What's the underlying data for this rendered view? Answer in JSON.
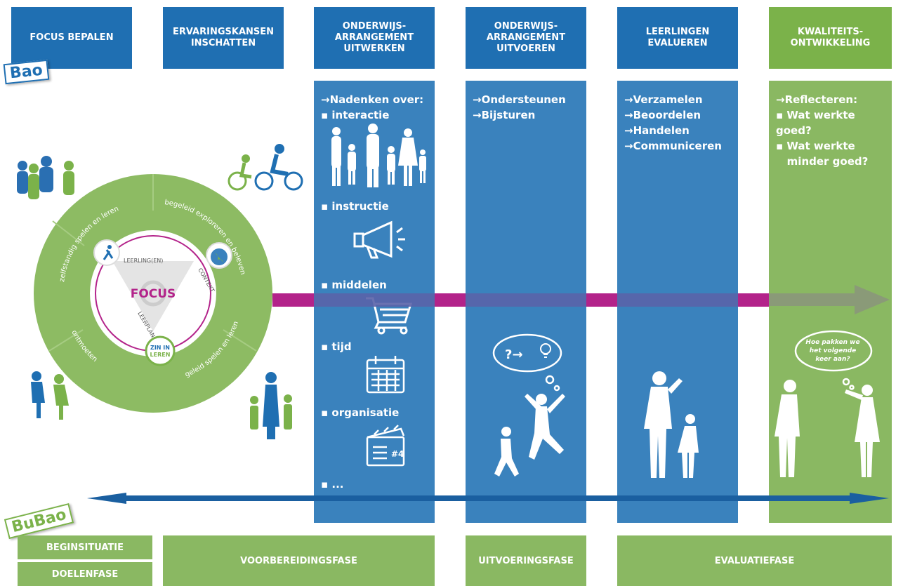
{
  "headers": {
    "focus": "FOCUS BEPALEN",
    "ervaring": "ERVARINGSKANSEN\nINSCHATTEN",
    "uitwerken": "ONDERWIJS-\nARRANGEMENT\nUITWERKEN",
    "uitvoeren": "ONDERWIJS-\nARRANGEMENT\nUITVOEREN",
    "evalueren": "LEERLINGEN\nEVALUEREN",
    "kwaliteit": "KWALITEITS-\nONTWIKKELING"
  },
  "badges": {
    "bao": "Bao",
    "bubao": "BuBao"
  },
  "columns": {
    "uitwerken": {
      "intro": "→Nadenken over:",
      "items": [
        "▪ interactie",
        "▪ instructie",
        "▪ middelen",
        "▪ tijd",
        "▪ organisatie",
        "▪ ..."
      ]
    },
    "uitvoeren": [
      "→Ondersteunen",
      "→Bijsturen"
    ],
    "evalueren": [
      "→Verzamelen",
      "→Beoordelen",
      "→Handelen",
      "→Communiceren"
    ],
    "kwaliteit": [
      "→Reflecteren:",
      "▪ Wat werkte goed?",
      "▪ Wat werkte",
      "   minder goed?"
    ]
  },
  "circle": {
    "center": "FOCUS",
    "leerling": "LEERLING(EN)",
    "context": "CONTEXT",
    "leerplan": "LEERPLAN",
    "logo": "ZIN IN LEREN",
    "ring_zelfstandig": "zelfstandig spelen en leren",
    "ring_begeleid": "begeleid exploreren en beleven",
    "ring_geleid": "geleid spelen en leren",
    "ring_ontmoeten": "ontmoeten"
  },
  "bubble": "Hoe pakken we het volgende keer aan?",
  "thought": "?→",
  "footer": {
    "beginsituatie": "BEGINSITUATIE",
    "doelenfase": "DOELENFASE",
    "voorbereiding": "VOORBEREIDINGSFASE",
    "uitvoering": "UITVOERINGSFASE",
    "evaluatie": "EVALUATIEFASE"
  },
  "colors": {
    "blue_header": "#1f6fb2",
    "blue_column": "#3a82bd",
    "green_header": "#7bb24a",
    "green_column": "#8ab862",
    "magenta": "#b3238a",
    "arrow_blue": "#1a5fa0"
  }
}
